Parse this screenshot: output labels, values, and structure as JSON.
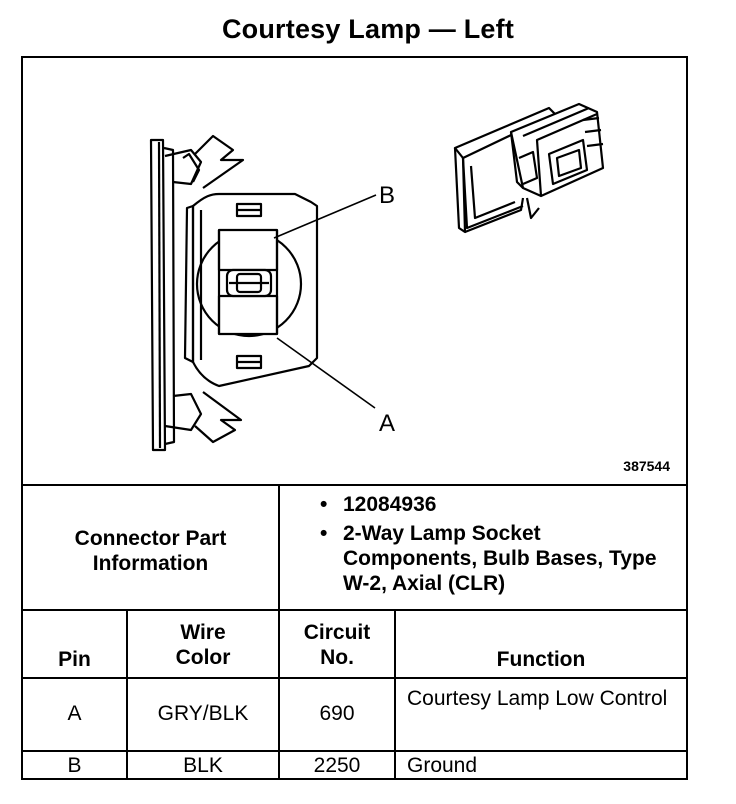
{
  "title": "Courtesy Lamp — Left",
  "figure": {
    "number": "387544",
    "callout_a": "A",
    "callout_b": "B"
  },
  "connector_info": {
    "label_line1": "Connector Part",
    "label_line2": "Information",
    "items": [
      "12084936",
      "2-Way Lamp Socket Components, Bulb Bases, Type W-2, Axial (CLR)"
    ]
  },
  "table": {
    "headers": {
      "pin": "Pin",
      "wire_color_line1": "Wire",
      "wire_color_line2": "Color",
      "circuit_line1": "Circuit",
      "circuit_line2": "No.",
      "function": "Function"
    },
    "rows": [
      {
        "pin": "A",
        "wire_color": "GRY/BLK",
        "circuit": "690",
        "function": "Courtesy Lamp Low Control"
      },
      {
        "pin": "B",
        "wire_color": "BLK",
        "circuit": "2250",
        "function": "Ground"
      }
    ]
  }
}
